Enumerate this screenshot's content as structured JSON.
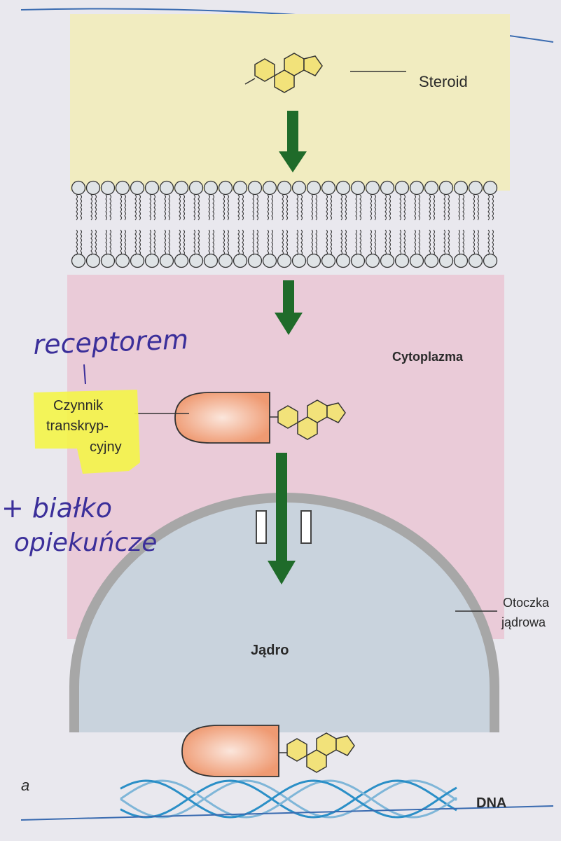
{
  "labels": {
    "steroid": "Steroid",
    "cytoplasm": "Cytoplazma",
    "tf_line1": "Czynnik",
    "tf_line2": "transkryp-",
    "tf_line3": "cyjny",
    "envelope_line1": "Otoczka",
    "envelope_line2": "jądrowa",
    "nucleus": "Jądro",
    "dna": "DNA",
    "panel_letter": "a"
  },
  "handwriting": {
    "note1": "receptorem",
    "note2_line1": "+ białko",
    "note2_line2": "opiekuńcze"
  },
  "colors": {
    "page_background": "#e9e8ee",
    "extracellular_region": "#f1ecc0",
    "cytoplasm_region": "#eacbd8",
    "nucleus_fill": "#c9d3dd",
    "nuclear_envelope": "#a7a7a7",
    "membrane_head": "#dfe3e6",
    "arrow": "#1f6b2a",
    "steroid_fill": "#f2e27a",
    "protein_fill": "#ef9a72",
    "highlighter": "#f4f548",
    "handwriting_ink": "#3b2f9a",
    "dna_strand_dark": "#2b8fc7",
    "dna_strand_light": "#7fb6d8",
    "rule_line": "#3a6bb0"
  },
  "icons": {
    "steroid": "steroid-molecule-icon",
    "protein": "transcription-factor-protein-icon",
    "arrow": "down-arrow-icon",
    "dna": "dna-double-helix-icon"
  }
}
